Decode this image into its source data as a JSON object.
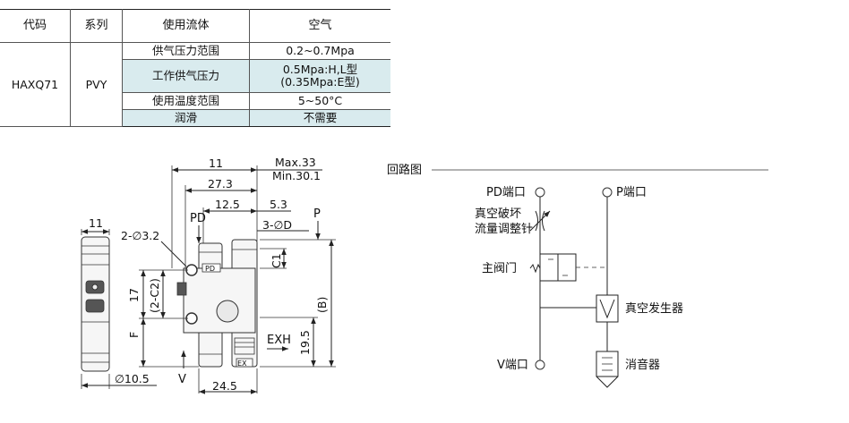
{
  "table": {
    "header": [
      "代码",
      "系列",
      "使用流体",
      "空气"
    ],
    "code": "HAXQ71",
    "series": "PVY",
    "rows": [
      {
        "label": "供气压力范围",
        "value_line1": "0.2~0.7Mpa",
        "value_line2": ""
      },
      {
        "label": "工作供气压力",
        "value_line1": "0.5Mpa:H,L型",
        "value_line2": "(0.35Mpa:E型)"
      },
      {
        "label": "使用温度范围",
        "value_line1": "5~50°C",
        "value_line2": ""
      },
      {
        "label": "润滑",
        "value_line1": "不需要",
        "value_line2": ""
      }
    ],
    "shade_color": "#d9ebee"
  },
  "dimensions": {
    "side_width": "11",
    "side_bottom": "∅10.5",
    "hole": "2-∅3.2",
    "top_11": "11",
    "max": "Max.33",
    "min": "Min.30.1",
    "d27": "27.3",
    "d12": "12.5",
    "d5": "5.3",
    "d3": "3-∅D",
    "c1": "C1",
    "d17": "17",
    "c2": "(2-C2)",
    "f": "F",
    "b": "(B)",
    "d19": "19.5",
    "d24": "24.5"
  },
  "ports": {
    "pd": "PD",
    "p": "P",
    "v": "V",
    "exh": "EXH",
    "body_pd": "PD",
    "body_ex": "EX"
  },
  "circuit": {
    "title": "回路图",
    "pd_port": "PD端口",
    "p_port": "P端口",
    "needle_line1": "真空破坏",
    "needle_line2": "流量调整针",
    "main_valve": "主阀门",
    "generator": "真空发生器",
    "v_port": "V端口",
    "silencer": "消音器"
  }
}
